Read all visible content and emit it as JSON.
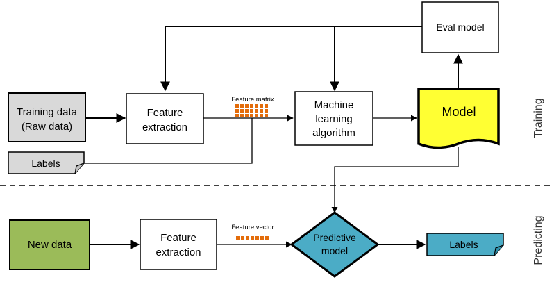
{
  "training": {
    "side_label": "Training",
    "training_data_line1": "Training data",
    "training_data_line2": "(Raw data)",
    "labels": "Labels",
    "feature_extraction_line1": "Feature",
    "feature_extraction_line2": "extraction",
    "feature_matrix": "Feature matrix",
    "ml_line1": "Machine",
    "ml_line2": "learning",
    "ml_line3": "algorithm",
    "model": "Model",
    "eval_model": "Eval model"
  },
  "predicting": {
    "side_label": "Predicting",
    "new_data": "New data",
    "feature_extraction_line1": "Feature",
    "feature_extraction_line2": "extraction",
    "feature_vector": "Feature vector",
    "predictive_line1": "Predictive",
    "predictive_line2": "model",
    "labels": "Labels"
  },
  "colors": {
    "training_data_fill": "#d9d9d9",
    "model_fill": "#ffff33",
    "new_data_fill": "#9bbb59",
    "predictive_fill": "#4bacc6",
    "feature_cell": "#e36c0a"
  }
}
